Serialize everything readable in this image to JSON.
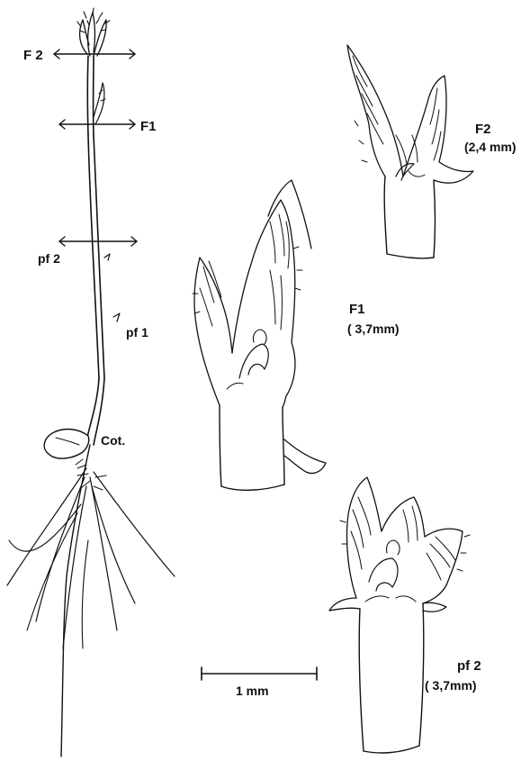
{
  "labels": {
    "seedling": {
      "f2": "F 2",
      "f1": "F1",
      "pf2": "pf 2",
      "pf1": "pf 1",
      "cot": "Cot."
    },
    "details": {
      "f2_name": "F2",
      "f2_size": "(2,4 mm)",
      "f1_name": "F1",
      "f1_size": "( 3,7mm)",
      "pf2_name": "pf 2",
      "pf2_size": "( 3,7mm)"
    },
    "scale_bar": "1 mm"
  }
}
